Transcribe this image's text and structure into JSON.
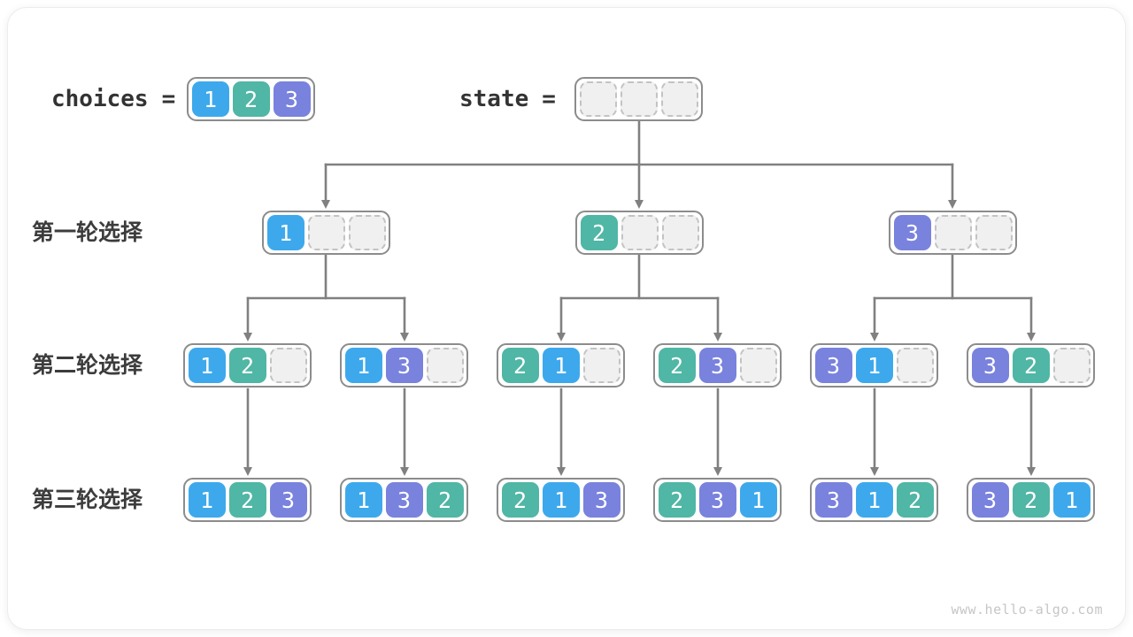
{
  "legend": {
    "choices_label": "choices",
    "state_label": "state",
    "equals": "="
  },
  "choices": [
    1,
    2,
    3
  ],
  "state": [
    null,
    null,
    null
  ],
  "rows": [
    {
      "label": "第一轮选择",
      "nodes": [
        [
          1,
          null,
          null
        ],
        [
          2,
          null,
          null
        ],
        [
          3,
          null,
          null
        ]
      ]
    },
    {
      "label": "第二轮选择",
      "nodes": [
        [
          1,
          2,
          null
        ],
        [
          1,
          3,
          null
        ],
        [
          2,
          1,
          null
        ],
        [
          2,
          3,
          null
        ],
        [
          3,
          1,
          null
        ],
        [
          3,
          2,
          null
        ]
      ]
    },
    {
      "label": "第三轮选择",
      "nodes": [
        [
          1,
          2,
          3
        ],
        [
          1,
          3,
          2
        ],
        [
          2,
          1,
          3
        ],
        [
          2,
          3,
          1
        ],
        [
          3,
          1,
          2
        ],
        [
          3,
          2,
          1
        ]
      ]
    }
  ],
  "footer": {
    "watermark": "www.hello-algo.com"
  },
  "colors": {
    "1": "#3da9ec",
    "2": "#50b6a5",
    "3": "#7982dd",
    "empty_fill": "#f0f0f0",
    "empty_border": "#c3c3c3",
    "node_border": "#8c8c8c",
    "arrow": "#808080",
    "label_text": "#3c3c3c",
    "watermark": "#c6c6c6"
  }
}
